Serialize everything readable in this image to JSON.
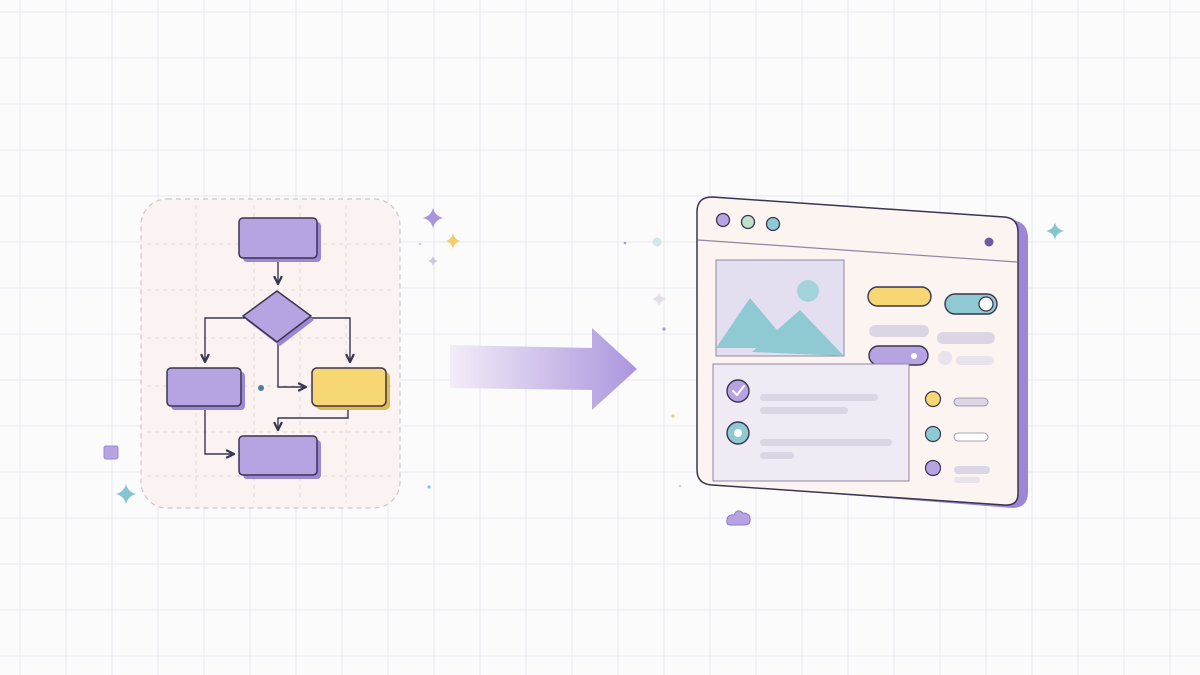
{
  "colors": {
    "background": "#fbfbfc",
    "grid_line": "#e9e9ef",
    "panel_fill": "#fbf3f1",
    "panel_border": "#cfc6ce",
    "outline": "#3a3550",
    "purple": "#b6a4e2",
    "purple_dark": "#8e7acb",
    "yellow": "#f6d774",
    "teal": "#8fcad3",
    "window_fill": "#fbf4f0",
    "window_shadow": "#9c86d6",
    "placeholder": "#dcd6e4",
    "arrow_start": "#f3ecf8",
    "arrow_end": "#ab96dd",
    "sparkle_purple": "#a995dc",
    "sparkle_yellow": "#f3cd6a",
    "sparkle_teal": "#86c4cf"
  },
  "flowchart": {
    "nodes": [
      "process-box-top",
      "decision-diamond",
      "process-box-left",
      "process-box-right-highlighted",
      "process-box-bottom"
    ]
  },
  "illustration": {
    "flow_arrow_direction": "right",
    "window_controls": [
      "purple",
      "green",
      "teal"
    ],
    "window_widgets": [
      "image-thumbnail",
      "yellow-pill",
      "toggle-on",
      "purple-pill",
      "checkbox-checked",
      "radio-selected"
    ]
  },
  "icons": [
    "sparkle-icon",
    "mountain-image-icon",
    "check-icon",
    "toggle-icon",
    "radio-icon",
    "cloud-icon"
  ]
}
